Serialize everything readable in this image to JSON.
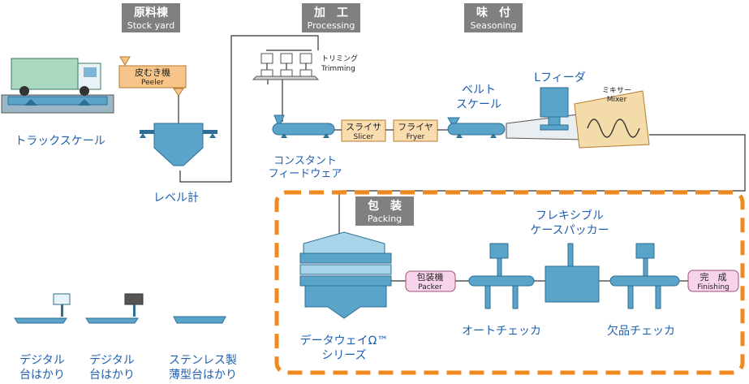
{
  "headers": {
    "stock_yard": {
      "jp": "原料棟",
      "en": "Stock yard"
    },
    "processing": {
      "jp": "加　工",
      "en": "Processing"
    },
    "seasoning": {
      "jp": "味　付",
      "en": "Seasoning"
    },
    "packing": {
      "jp": "包　装",
      "en": "Packing"
    }
  },
  "equipment": {
    "peeler": {
      "jp": "皮むき機",
      "en": "Peeler"
    },
    "trimming": {
      "jp": "トリミング",
      "en": "Trimming"
    },
    "slicer": {
      "jp": "スライサ",
      "en": "Slicer"
    },
    "fryer": {
      "jp": "フライヤ",
      "en": "Fryer"
    },
    "mixer": {
      "jp": "ミキサー",
      "en": "Mixer"
    },
    "packer": {
      "jp": "包装機",
      "en": "Packer"
    },
    "finishing": {
      "jp": "完　成",
      "en": "Finishing"
    }
  },
  "labels": {
    "truck_scale": "トラックスケール",
    "level_meter": "レベル計",
    "constant_feeder_1": "コンスタント",
    "constant_feeder_2": "フィードウェア",
    "belt_scale_1": "ベルト",
    "belt_scale_2": "スケール",
    "l_feeder": "Lフィーダ",
    "flexible_1": "フレキシブル",
    "flexible_2": "ケースパッカー",
    "data_weigh_1": "データウェイΩ™",
    "data_weigh_2": "シリーズ",
    "auto_checker": "オートチェッカ",
    "missing_checker": "欠品チェッカ",
    "digital_scale_a_1": "デジタル",
    "digital_scale_a_2": "台はかり",
    "digital_scale_b_1": "デジタル",
    "digital_scale_b_2": "台はかり",
    "stainless_1": "ステンレス製",
    "stainless_2": "薄型台はかり"
  },
  "colors": {
    "header_bg": "#808080",
    "label_blue": "#1f5fae",
    "peeler_fill": "#f7c48a",
    "processing_box_fill": "#fbdcae",
    "mixer_fill": "#f3dcaa",
    "packer_fill": "#f7d4ea",
    "equipment_blue": "#5aa3c9",
    "packing_border": "#f08a1e"
  }
}
